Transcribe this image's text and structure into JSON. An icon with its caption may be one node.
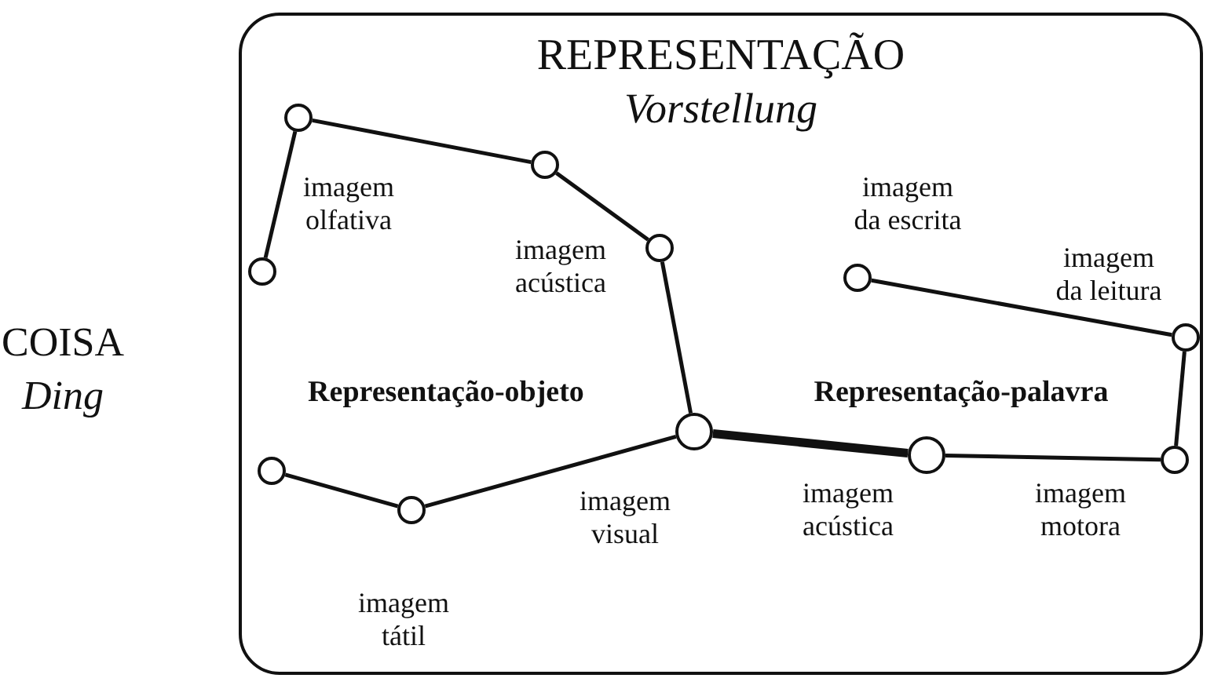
{
  "diagram": {
    "nodes": [
      {
        "text": [
          "REPRESENTAÇÃO",
          "Vorstellung"
        ]
      },
      {
        "text": [],
        "shape": "circle",
        "in": 0
      },
      {
        "text": [],
        "shape": "circle",
        "in": 0
      },
      {
        "text": [],
        "shape": "circle",
        "in": 0
      },
      {
        "text": [],
        "shape": "circle",
        "in": 0,
        "beside": [
          "imagem tátil"
        ]
      },
      {
        "text": [],
        "shape": "circle",
        "in": 0
      },
      {
        "text": [],
        "shape": "circle",
        "in": 0,
        "beside": [
          "imagem acústica"
        ]
      },
      {
        "text": [],
        "shape": "circle",
        "in": 0,
        "beside": [
          "imagem visual"
        ]
      },
      {
        "text": [],
        "shape": "circle",
        "in": 0,
        "beside": [
          "imagem da escrita"
        ]
      },
      {
        "text": [],
        "shape": "circle",
        "in": 0,
        "beside": [
          "imagem acústica"
        ]
      },
      {
        "text": [],
        "shape": "circle",
        "in": 0,
        "beside": [
          "imagem motora"
        ]
      },
      {
        "text": [],
        "shape": "circle",
        "in": 0,
        "beside": [
          "imagem da leitura"
        ]
      }
    ],
    "edges": [
      {
        "from": 3,
        "to": 5,
        "arrow": "none"
      },
      {
        "from": 3,
        "to": 1,
        "arrow": "none"
      },
      {
        "from": 5,
        "to": 6,
        "arrow": "none"
      },
      {
        "from": 6,
        "to": 7,
        "arrow": "none"
      },
      {
        "from": 2,
        "to": 4,
        "arrow": "none"
      },
      {
        "from": 4,
        "to": 7,
        "arrow": "none"
      },
      {
        "from": 7,
        "to": 9,
        "arrow": "none",
        "style": "thick"
      },
      {
        "from": 9,
        "to": 10,
        "arrow": "none"
      },
      {
        "from": 10,
        "to": 11,
        "arrow": "none"
      },
      {
        "from": 11,
        "to": 8,
        "arrow": "none"
      }
    ],
    "labels": [
      "COISA",
      "Ding",
      "imagem olfativa",
      "Representação-objeto",
      "Representação-palavra"
    ]
  }
}
